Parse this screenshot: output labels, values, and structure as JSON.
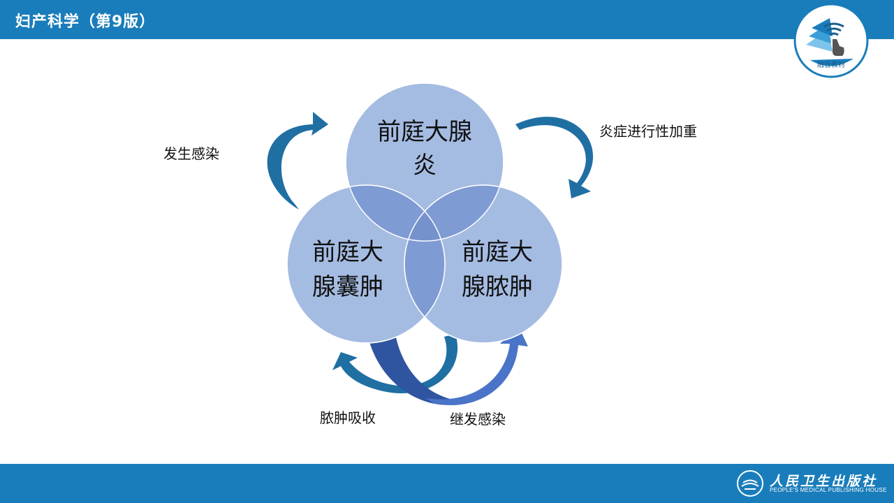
{
  "header": {
    "title": "妇产科学（第9版）",
    "badge_text": "融合教材"
  },
  "diagram": {
    "nodes": [
      {
        "id": "bartholinitis",
        "lines": [
          "前庭大腺",
          "炎"
        ]
      },
      {
        "id": "cyst",
        "lines": [
          "前庭大",
          "腺囊肿"
        ]
      },
      {
        "id": "abscess",
        "lines": [
          "前庭大",
          "腺脓肿"
        ]
      }
    ],
    "edges": {
      "left_label": "发生感染",
      "right_label": "炎症进行性加重",
      "bottom_left_label": "脓肿吸收",
      "bottom_right_label": "继发感染"
    }
  },
  "footer": {
    "publisher_cn": "人民卫生出版社",
    "publisher_en": "PEOPLE'S MEDICAL PUBLISHING HOUSE"
  },
  "colors": {
    "bar": "#1a7dbb",
    "circle": "#9fb7df",
    "overlap": "#7b98d3",
    "arrow_dark": "#1f6fa3",
    "arrow_navy": "#2f55a0",
    "arrow_blue": "#4a74c8"
  }
}
